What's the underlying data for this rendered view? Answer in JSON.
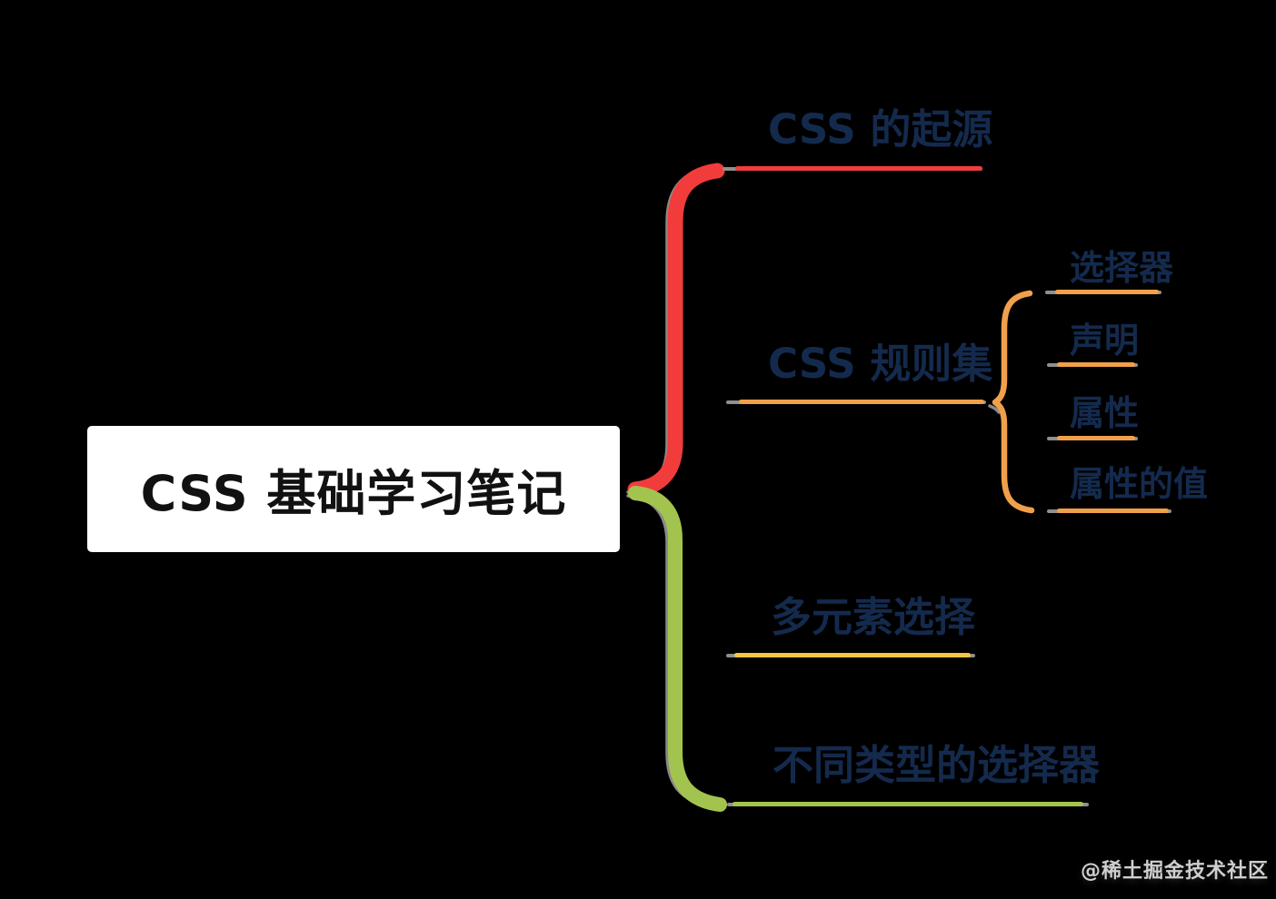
{
  "canvas": {
    "background": "#000000",
    "watermark": "@稀土掘金技术社区"
  },
  "mindmap": {
    "root": {
      "label": "CSS 基础学习笔记",
      "bg": "#ffffff",
      "text_color": "#111111"
    },
    "label_color": "#142A4D",
    "shadow_color": "#8a8a8a",
    "branches": [
      {
        "id": "origin",
        "label": "CSS 的起源",
        "color": "#F23C3C"
      },
      {
        "id": "ruleset",
        "label": "CSS 规则集",
        "color": "#F0A04A",
        "children": [
          {
            "label": "选择器"
          },
          {
            "label": "声明"
          },
          {
            "label": "属性"
          },
          {
            "label": "属性的值"
          }
        ]
      },
      {
        "id": "multi",
        "label": "多元素选择",
        "color": "#F6C544"
      },
      {
        "id": "types",
        "label": "不同类型的选择器",
        "color": "#A2C44E"
      }
    ]
  }
}
